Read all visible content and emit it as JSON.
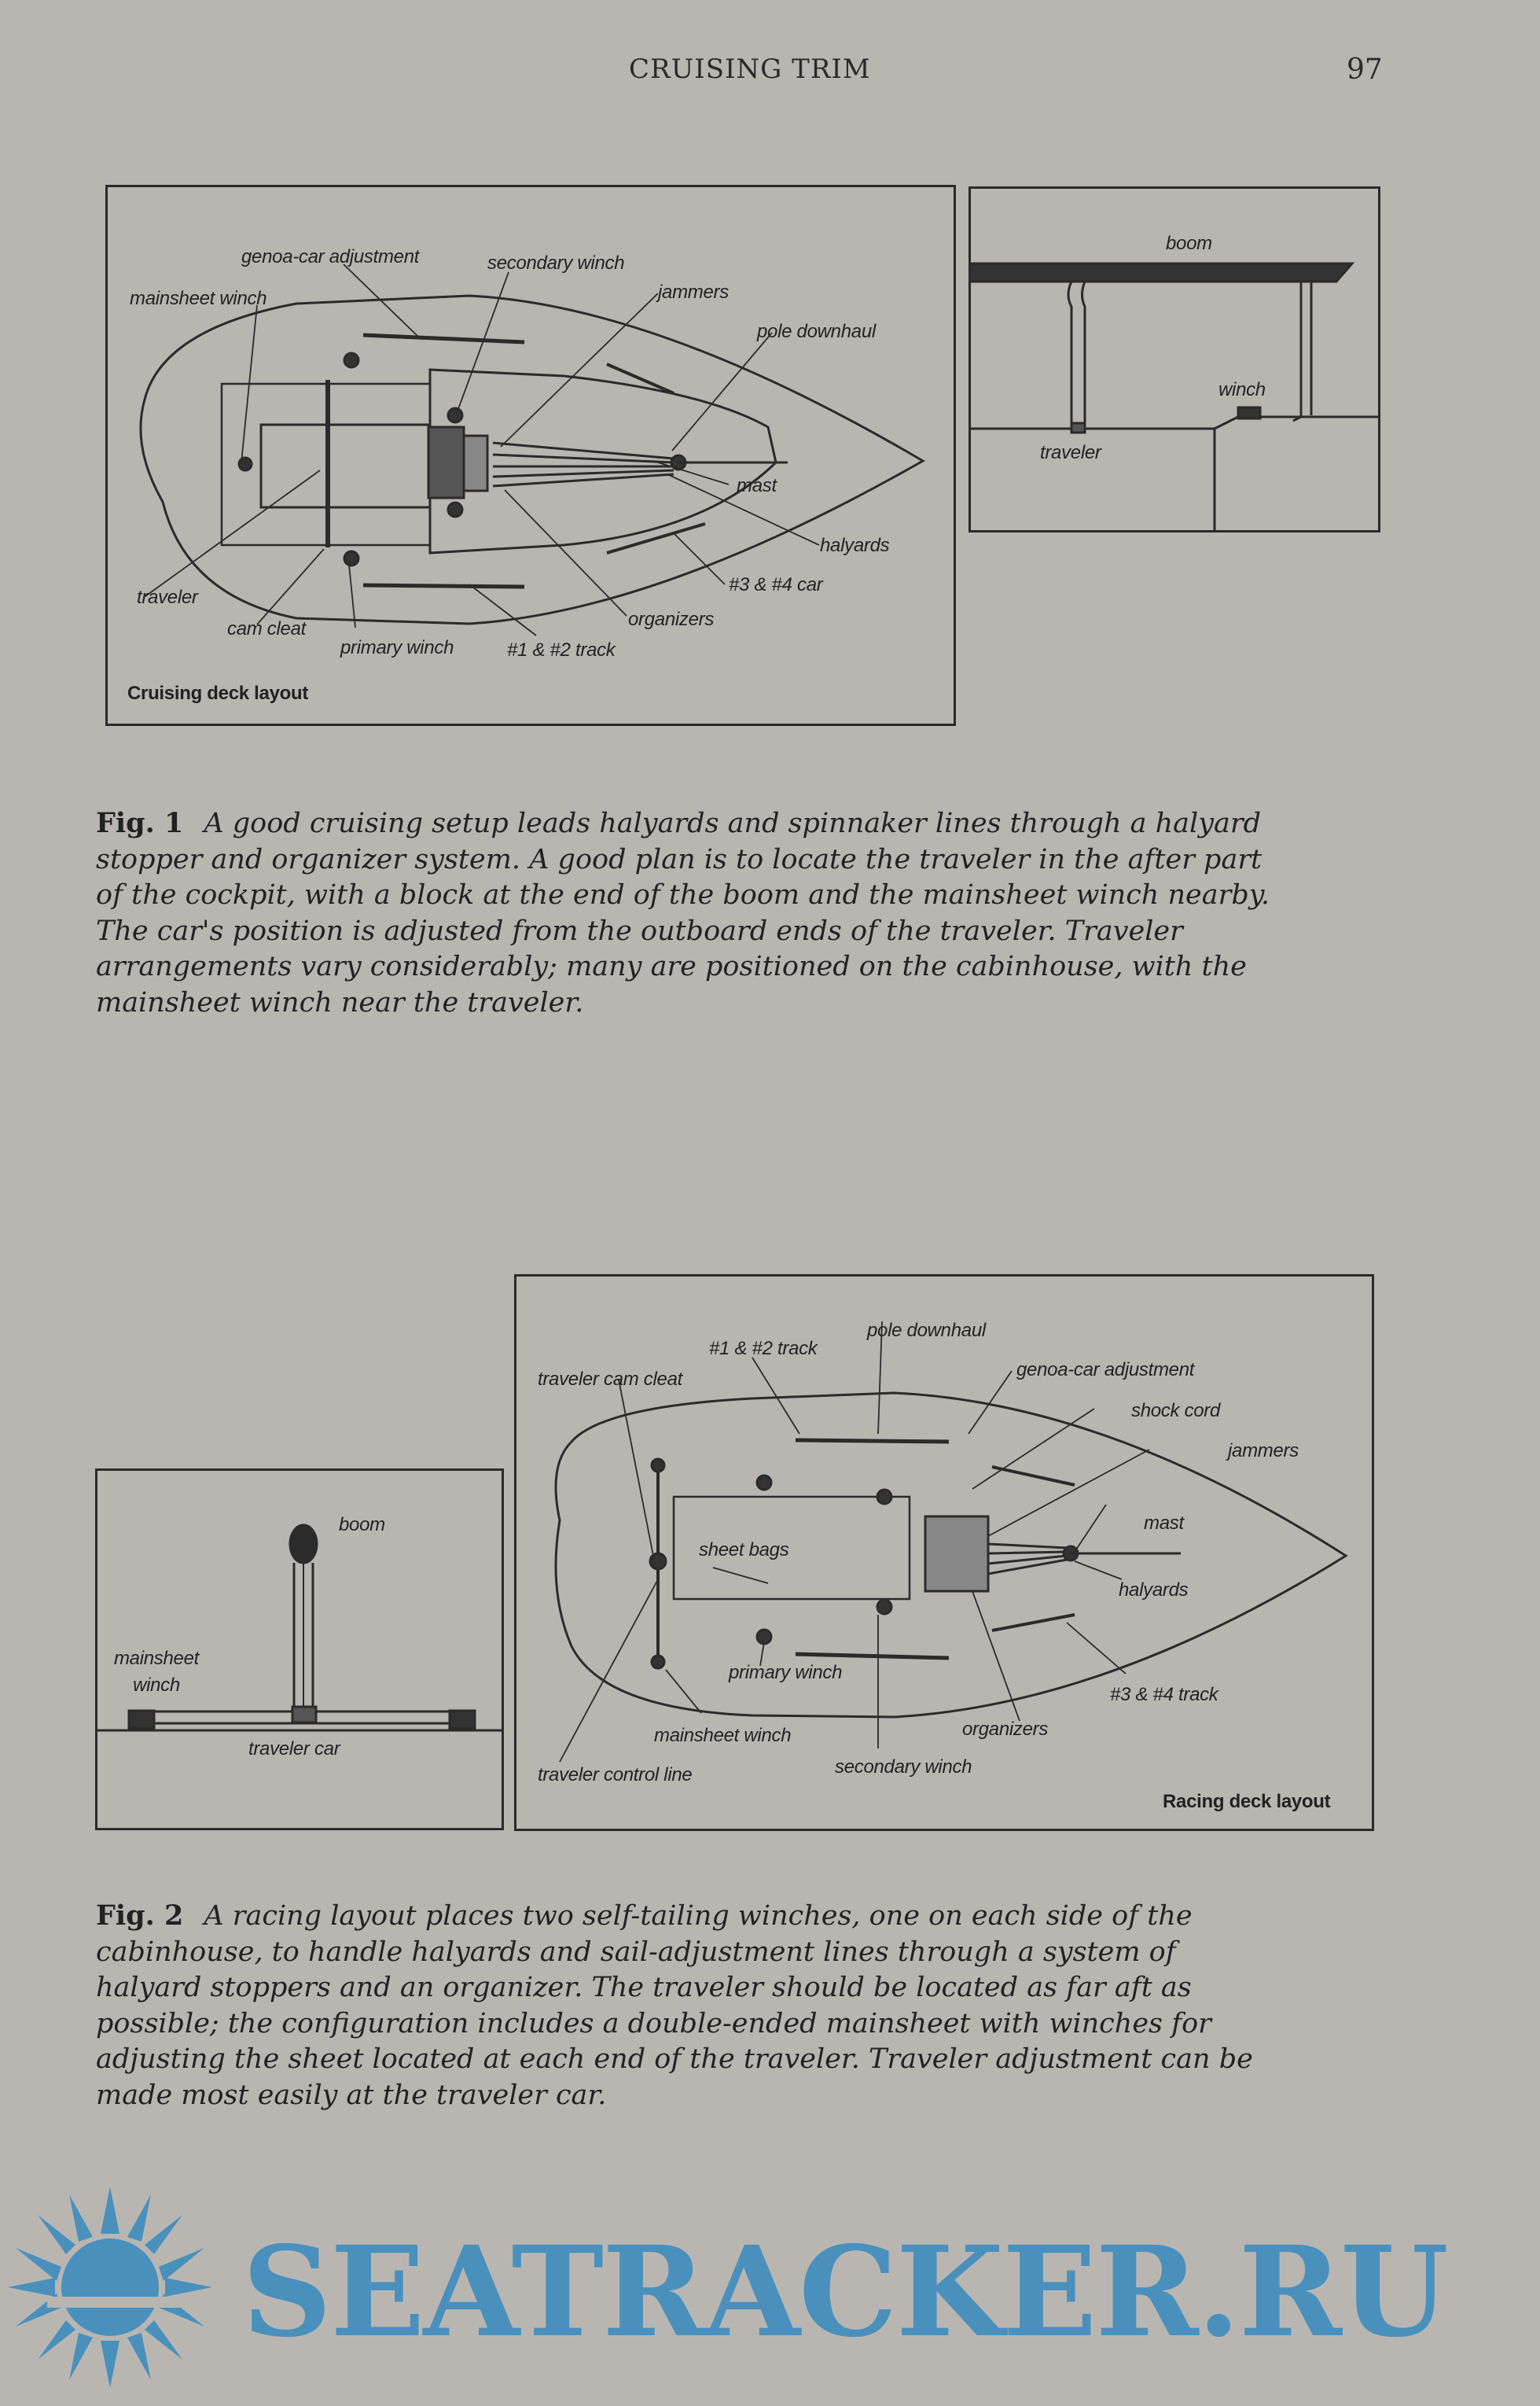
{
  "header": {
    "running_title": "CRUISING TRIM",
    "page_number": "97"
  },
  "figure1": {
    "deck_labels": {
      "genoa_car_adjustment": "genoa-car adjustment",
      "secondary_winch": "secondary winch",
      "mainsheet_winch": "mainsheet winch",
      "jammers": "jammers",
      "pole_downhaul": "pole downhaul",
      "mast": "mast",
      "halyards": "halyards",
      "car_3_4": "#3 & #4 car",
      "traveler": "traveler",
      "cam_cleat": "cam cleat",
      "organizers": "organizers",
      "primary_winch": "primary winch",
      "track_1_2": "#1 & #2 track",
      "layout_title": "Cruising deck layout"
    },
    "side_labels": {
      "boom": "boom",
      "winch": "winch",
      "traveler": "traveler"
    },
    "caption_label": "Fig. 1",
    "caption_text": "A good cruising setup leads halyards and spinnaker lines through a halyard stopper and organizer system. A good plan is to locate the traveler in the after part of the cockpit, with a block at the end of the boom and the mainsheet winch nearby. The car's position is adjusted from the outboard ends of the traveler. Traveler arrangements vary considerably; many are positioned on the cabinhouse, with the mainsheet winch near the traveler."
  },
  "figure2": {
    "side_labels": {
      "boom": "boom",
      "mainsheet_winch": "mainsheet winch",
      "traveler_car": "traveler car"
    },
    "deck_labels": {
      "pole_downhaul": "pole downhaul",
      "track_1_2": "#1 & #2 track",
      "genoa_car_adjustment": "genoa-car adjustment",
      "traveler_cam_cleat": "traveler cam cleat",
      "shock_cord": "shock cord",
      "jammers": "jammers",
      "mast": "mast",
      "sheet_bags": "sheet bags",
      "halyards": "halyards",
      "primary_winch": "primary winch",
      "track_3_4": "#3 & #4 track",
      "organizers": "organizers",
      "mainsheet_winch": "mainsheet winch",
      "traveler_control_line": "traveler control line",
      "secondary_winch": "secondary winch",
      "layout_title": "Racing deck layout"
    },
    "caption_label": "Fig. 2",
    "caption_text": "A racing layout places two self-tailing winches, one on each side of the cabinhouse, to handle halyards and sail-adjustment lines through a system of halyard stoppers and an organizer. The traveler should be located as far aft as possible; the configuration includes a double-ended mainsheet with winches for adjusting the sheet located at each end of the traveler. Traveler adjustment can be made most easily at the traveler car."
  },
  "watermark": {
    "text": "SEATRACKER.RU"
  },
  "colors": {
    "page": "#b9b6b2",
    "ink": "#222222",
    "watermark": "#4a90bd"
  }
}
